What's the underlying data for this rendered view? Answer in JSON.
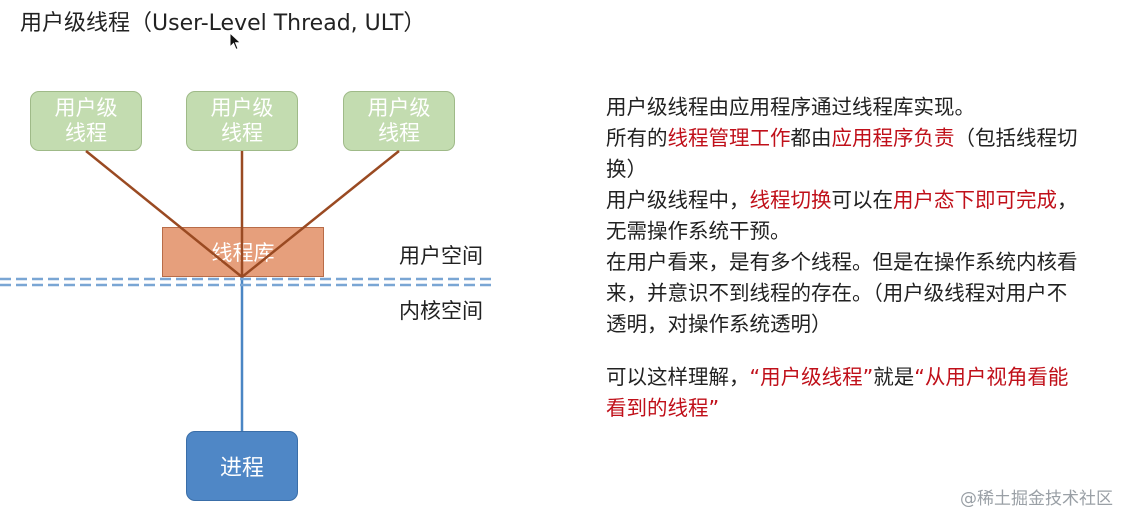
{
  "title": "用户级线程（User-Level Thread, ULT）",
  "diagram": {
    "threads": [
      "用户级线程",
      "用户级线程",
      "用户级线程"
    ],
    "library": "线程库",
    "user_space": "用户空间",
    "kernel_space": "内核空间",
    "process": "进程"
  },
  "description": {
    "p1": "用户级线程由应用程序通过线程库实现。",
    "p2a": "所有的",
    "p2b": "线程管理工作",
    "p2c": "都由",
    "p2d": "应用程序负责",
    "p2e": "（包括线程切换）",
    "p3a": "用户级线程中，",
    "p3b": "线程切换",
    "p3c": "可以在",
    "p3d": "用户态下即可完成",
    "p3e": "，无需操作系统干预。",
    "p4": "在用户看来，是有多个线程。但是在操作系统内核看来，并意识不到线程的存在。（用户级线程对用户不透明，对操作系统透明）",
    "p5a": "可以这样理解，",
    "p5b": "“用户级线程”",
    "p5c": "就是",
    "p5d": "“从用户视角看能看到的线程”"
  },
  "watermark": "@稀土掘金技术社区",
  "colors": {
    "highlight": "#c0101a",
    "thread_fill": "#c3dcb0",
    "library_fill": "#e69f7c",
    "process_fill": "#4f87c6"
  }
}
